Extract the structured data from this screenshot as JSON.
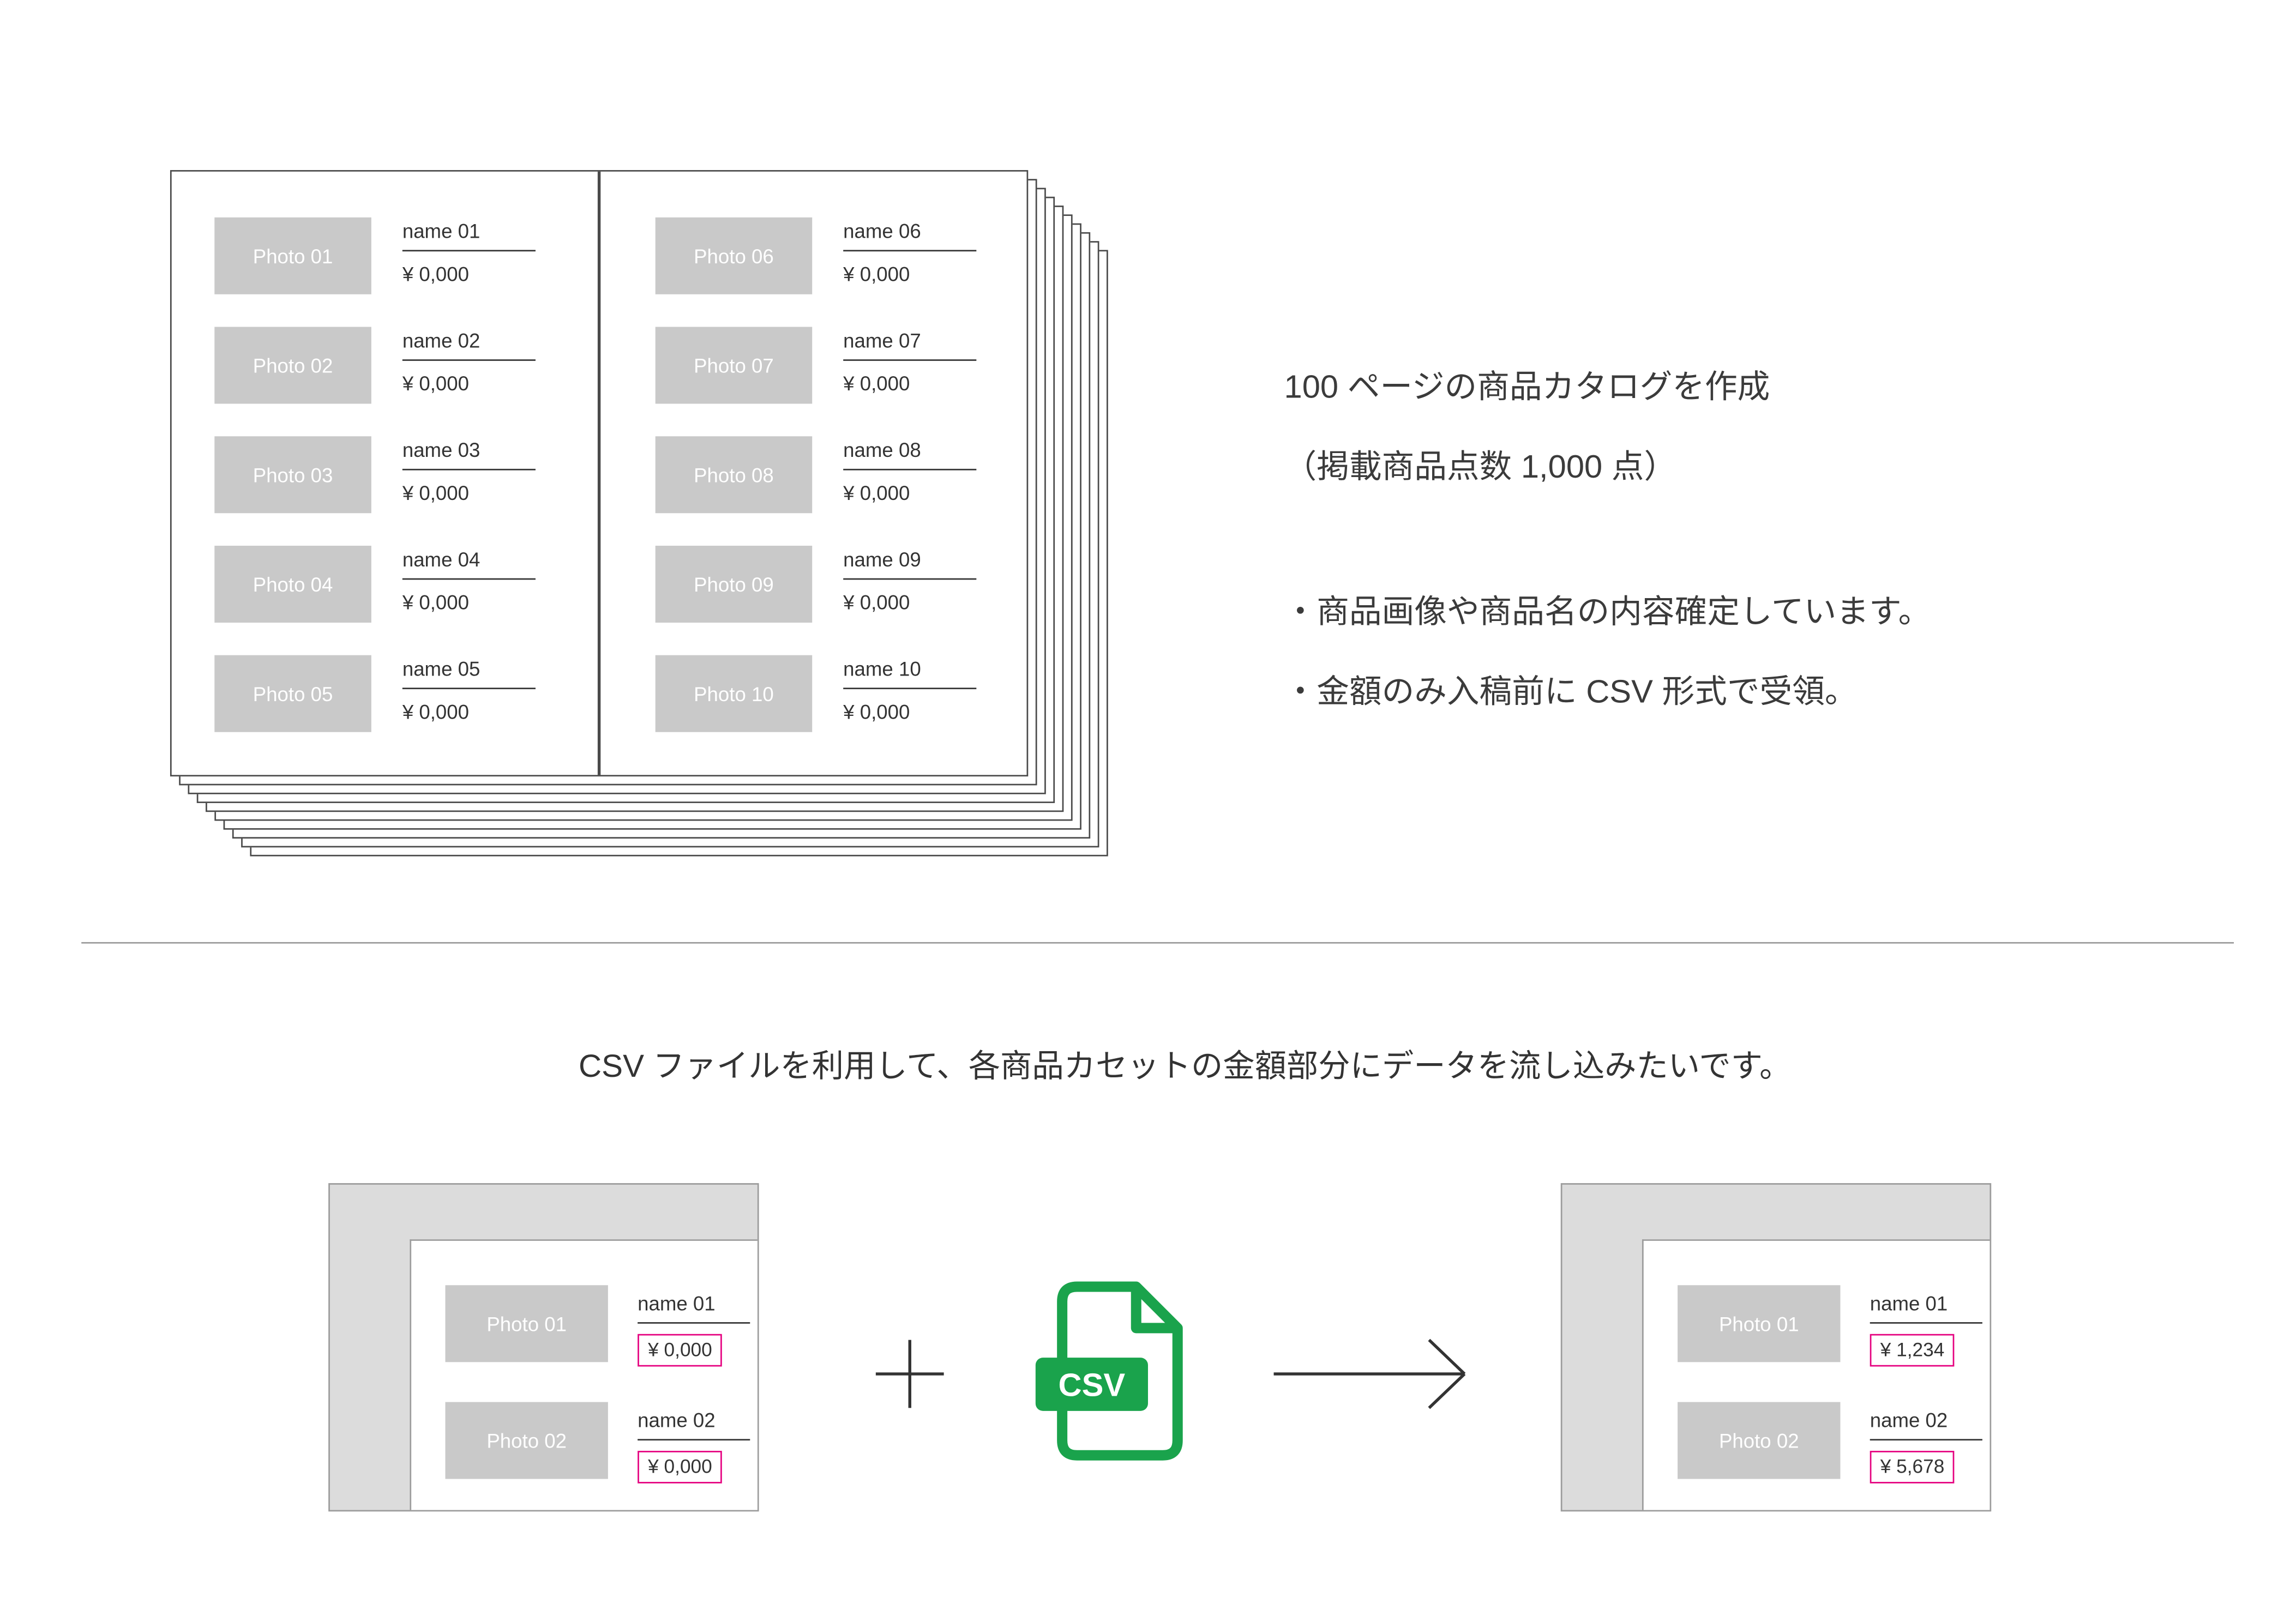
{
  "catalog": {
    "left_items": [
      {
        "photo": "Photo 01",
        "name": "name 01",
        "price": "¥ 0,000"
      },
      {
        "photo": "Photo 02",
        "name": "name 02",
        "price": "¥ 0,000"
      },
      {
        "photo": "Photo 03",
        "name": "name 03",
        "price": "¥ 0,000"
      },
      {
        "photo": "Photo 04",
        "name": "name 04",
        "price": "¥ 0,000"
      },
      {
        "photo": "Photo 05",
        "name": "name 05",
        "price": "¥ 0,000"
      }
    ],
    "right_items": [
      {
        "photo": "Photo 06",
        "name": "name 06",
        "price": "¥ 0,000"
      },
      {
        "photo": "Photo 07",
        "name": "name 07",
        "price": "¥ 0,000"
      },
      {
        "photo": "Photo 08",
        "name": "name 08",
        "price": "¥ 0,000"
      },
      {
        "photo": "Photo 09",
        "name": "name 09",
        "price": "¥ 0,000"
      },
      {
        "photo": "Photo 10",
        "name": "name 10",
        "price": "¥ 0,000"
      }
    ]
  },
  "notes": {
    "line1": "100 ページの商品カタログを作成",
    "line2": "（掲載商品点数 1,000 点）",
    "bullet1": "・商品画像や商品名の内容確定しています。",
    "bullet2": "・金額のみ入稿前に CSV 形式で受領。"
  },
  "instruction": "CSV ファイルを利用して、各商品カセットの金額部分にデータを流し込みたいです。",
  "before_card": {
    "items": [
      {
        "photo": "Photo 01",
        "name": "name 01",
        "price": "¥ 0,000"
      },
      {
        "photo": "Photo 02",
        "name": "name 02",
        "price": "¥ 0,000"
      }
    ]
  },
  "csv": {
    "label": "CSV"
  },
  "after_card": {
    "items": [
      {
        "photo": "Photo 01",
        "name": "name 01",
        "price": "¥ 1,234"
      },
      {
        "photo": "Photo 02",
        "name": "name 02",
        "price": "¥ 5,678"
      }
    ]
  },
  "colors": {
    "price_highlight_pink": "#e5007f",
    "csv_green": "#1aa34c",
    "photo_placeholder_gray": "#c9c9c9",
    "card_band_gray": "#dcdcdc"
  }
}
